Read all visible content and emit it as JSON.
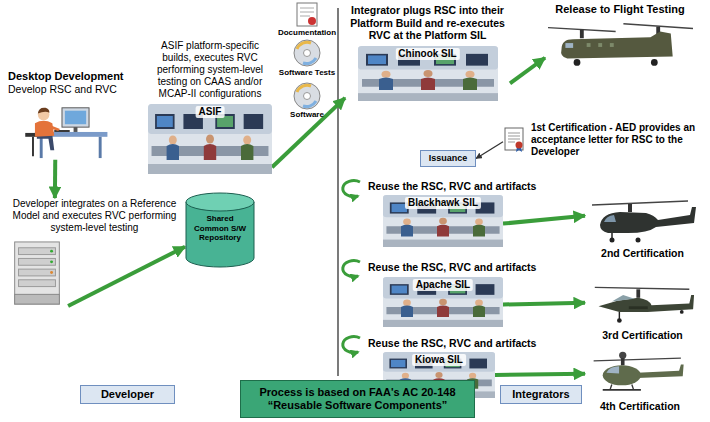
{
  "diagram": {
    "nodes": [
      {
        "text": [
          "Desktop Development",
          "Develop RSC and RVC"
        ]
      },
      {
        "text": [
          "Developer integrates on a Reference Model and executes RVC performing system-level testing"
        ]
      },
      {
        "text": [
          "ASIF platform-specific builds, executes RVC performing system-level testing on CAAS and/or MCAP-II configurations",
          "ASIF"
        ]
      },
      {
        "text": [
          "Shared Common S/W Repository"
        ]
      },
      {
        "text": [
          "Integrator plugs RSC into their Platform Build and re-executes RVC at the Platform SIL",
          "Chinook SIL"
        ]
      },
      {
        "text": [
          "Release to Flight Testing"
        ]
      },
      {
        "text": [
          "1st Certification - AED provides an acceptance letter for RSC to the Developer"
        ]
      },
      {
        "text": [
          "Issuance"
        ]
      },
      {
        "text": [
          "Blackhawk SIL"
        ]
      },
      {
        "text": [
          "2nd Certification"
        ]
      },
      {
        "text": [
          "Apache SIL"
        ]
      },
      {
        "text": [
          "3rd Certification"
        ]
      },
      {
        "text": [
          "Kiowa SIL"
        ]
      },
      {
        "text": [
          "4th Certification"
        ]
      },
      {
        "text": [
          "Developer"
        ]
      },
      {
        "text": [
          "Process is based on FAA's AC 20-148 “Reusable Software Components”"
        ]
      },
      {
        "text": [
          "Integrators"
        ]
      }
    ],
    "edges": [
      {
        "from": 0,
        "to": 1,
        "arrow": "to"
      },
      {
        "from": 1,
        "to": 3,
        "arrow": "to"
      },
      {
        "from": 2,
        "to": 4,
        "arrow": "to"
      },
      {
        "from": 4,
        "to": 5,
        "arrow": "to"
      },
      {
        "from": 6,
        "to": 7,
        "arrow": "to"
      },
      {
        "from": 8,
        "to": 9,
        "arrow": "to"
      },
      {
        "from": 10,
        "to": 11,
        "arrow": "to"
      },
      {
        "from": 12,
        "to": 13,
        "arrow": "to"
      }
    ],
    "labels": [
      "Documentation",
      "Software Tests",
      "Software",
      "Reuse the RSC, RVC and artifacts",
      "Reuse the RSC, RVC and artifacts",
      "Reuse the RSC, RVC and artifacts"
    ]
  }
}
